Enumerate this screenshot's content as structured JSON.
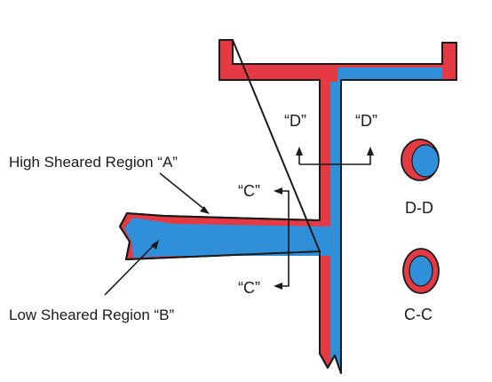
{
  "labels": {
    "high_sheared_region": "High Sheared Region “A”",
    "low_sheared_region": "Low Sheared Region “B”",
    "section_c_top": "“C”",
    "section_c_bottom": "“C”",
    "section_d_left": "“D”",
    "section_d_right": "“D”",
    "cross_section_dd": "D-D",
    "cross_section_cc": "C-C"
  },
  "colors": {
    "outer_skin": "#e53a43",
    "inner_core": "#2f8fd8",
    "outline": "#1a1a1a"
  }
}
